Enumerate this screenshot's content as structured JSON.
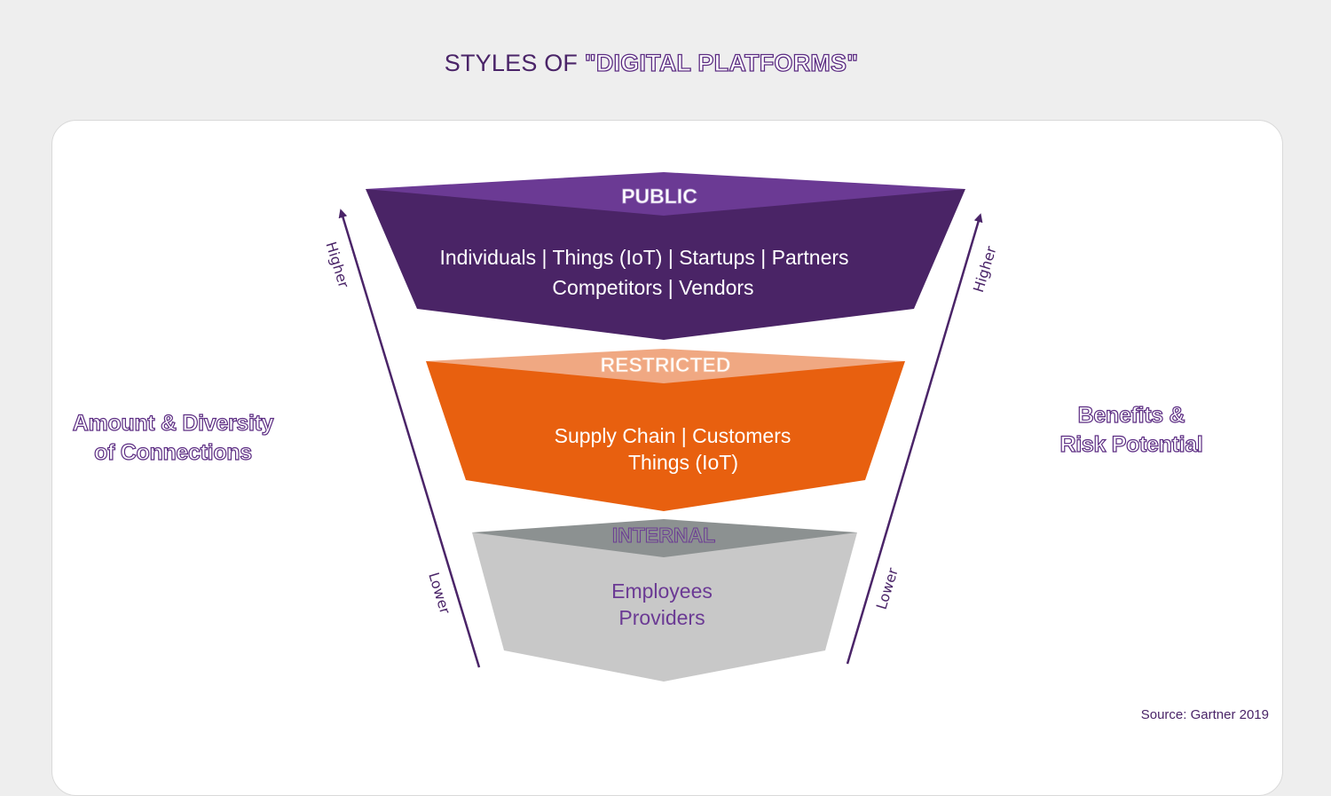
{
  "title": {
    "prefix": "STYLES OF ",
    "quoted": "\"DIGITAL PLATFORMS\""
  },
  "left_axis": {
    "label_line1": "Amount & Diversity",
    "label_line2": "of Connections",
    "high": "Higher",
    "low": "Lower"
  },
  "right_axis": {
    "label_line1": "Benefits &",
    "label_line2": "Risk Potential",
    "high": "Higher",
    "low": "Lower"
  },
  "tiers": [
    {
      "name": "PUBLIC",
      "line1": "Individuals | Things (IoT) | Startups | Partners",
      "line2": "Competitors | Vendors",
      "color_top": "#6b3a94",
      "color_body": "#4a2466",
      "text_color": "#ffffff"
    },
    {
      "name": "RESTRICTED",
      "line1": "Supply Chain | Customers",
      "line2": "Things (IoT)",
      "color_top": "#f0a882",
      "color_body": "#e8600f",
      "text_color": "#ffffff"
    },
    {
      "name": "INTERNAL",
      "line1": "Employees",
      "line2": "Providers",
      "color_top": "#8c9191",
      "color_body": "#c8c8c8",
      "text_color": "#6b3a94"
    }
  ],
  "colors": {
    "accent": "#4a2468",
    "label_outline": "#5b2b82"
  },
  "source": "Source: Gartner 2019"
}
